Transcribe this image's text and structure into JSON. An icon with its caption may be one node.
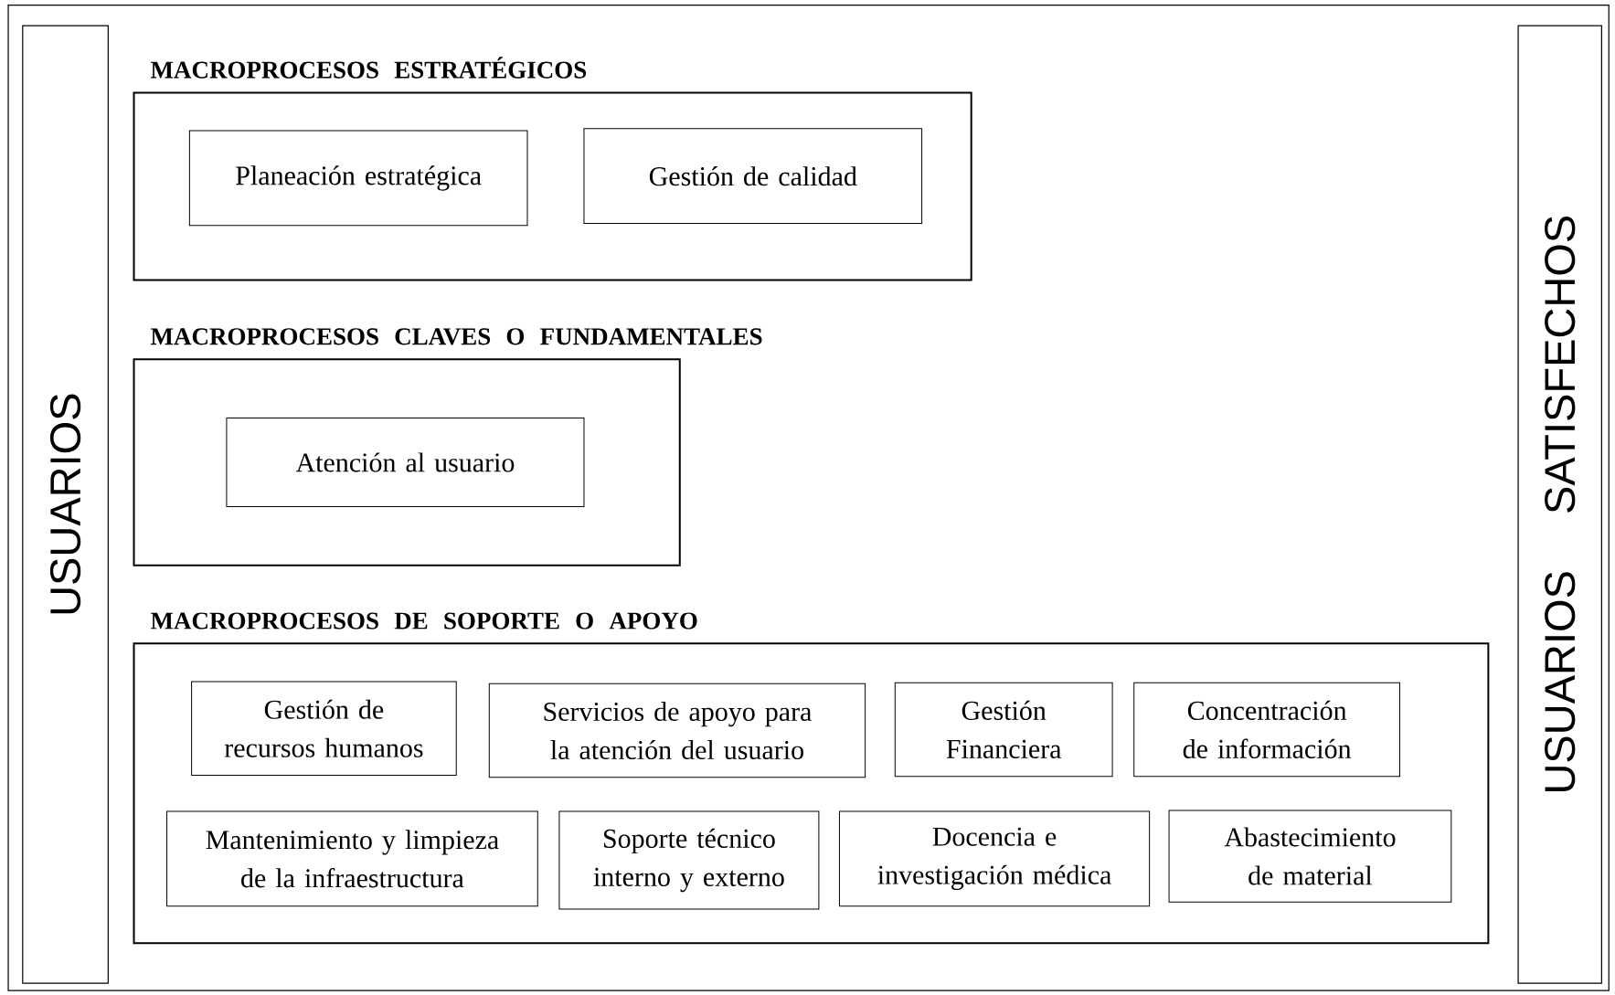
{
  "diagram": {
    "nodes": [
      {
        "text": [
          "USUARIOS"
        ]
      },
      {
        "text": [
          "MACROPROCESOS ESTRATÉGICOS"
        ]
      },
      {
        "text": [
          "Planeación estratégica"
        ],
        "in": 1
      },
      {
        "text": [
          "Gestión de calidad"
        ],
        "in": 1
      },
      {
        "text": [
          "MACROPROCESOS CLAVES O FUNDAMENTALES"
        ]
      },
      {
        "text": [
          "Atención al usuario"
        ],
        "in": 4
      },
      {
        "text": [
          "MACROPROCESOS DE SOPORTE O APOYO"
        ]
      },
      {
        "text": [
          "Gestión de recursos humanos"
        ],
        "in": 6
      },
      {
        "text": [
          "Servicios de apoyo para la atención del usuario"
        ],
        "in": 6
      },
      {
        "text": [
          "Gestión Financiera"
        ],
        "in": 6
      },
      {
        "text": [
          "Concentración de información"
        ],
        "in": 6
      },
      {
        "text": [
          "Mantenimiento y limpieza de la infraestructura"
        ],
        "in": 6
      },
      {
        "text": [
          "Soporte técnico interno y externo"
        ],
        "in": 6
      },
      {
        "text": [
          "Docencia e investigación médica"
        ],
        "in": 6
      },
      {
        "text": [
          "Abastecimiento de material"
        ],
        "in": 6
      },
      {
        "text": [
          "USUARIOS SATISFECHOS"
        ]
      }
    ]
  }
}
